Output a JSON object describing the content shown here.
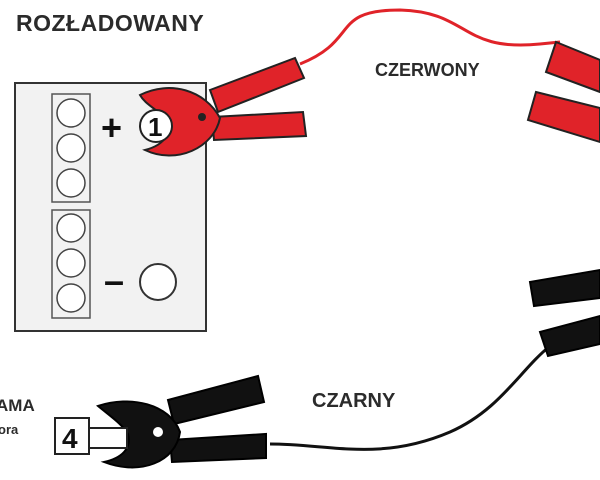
{
  "labels": {
    "discharged": "ROZŁADOWANY",
    "red_cable": "CZERWONY",
    "black_cable": "CZARNY",
    "ground": "AMA",
    "engine": "ora"
  },
  "terminals": {
    "plus_sign": "+",
    "minus_sign": "–",
    "step1": "1",
    "step4": "4"
  },
  "colors": {
    "red": "#e02329",
    "black": "#111111",
    "battery_fill": "#f2f2f2",
    "outline": "#333333"
  }
}
